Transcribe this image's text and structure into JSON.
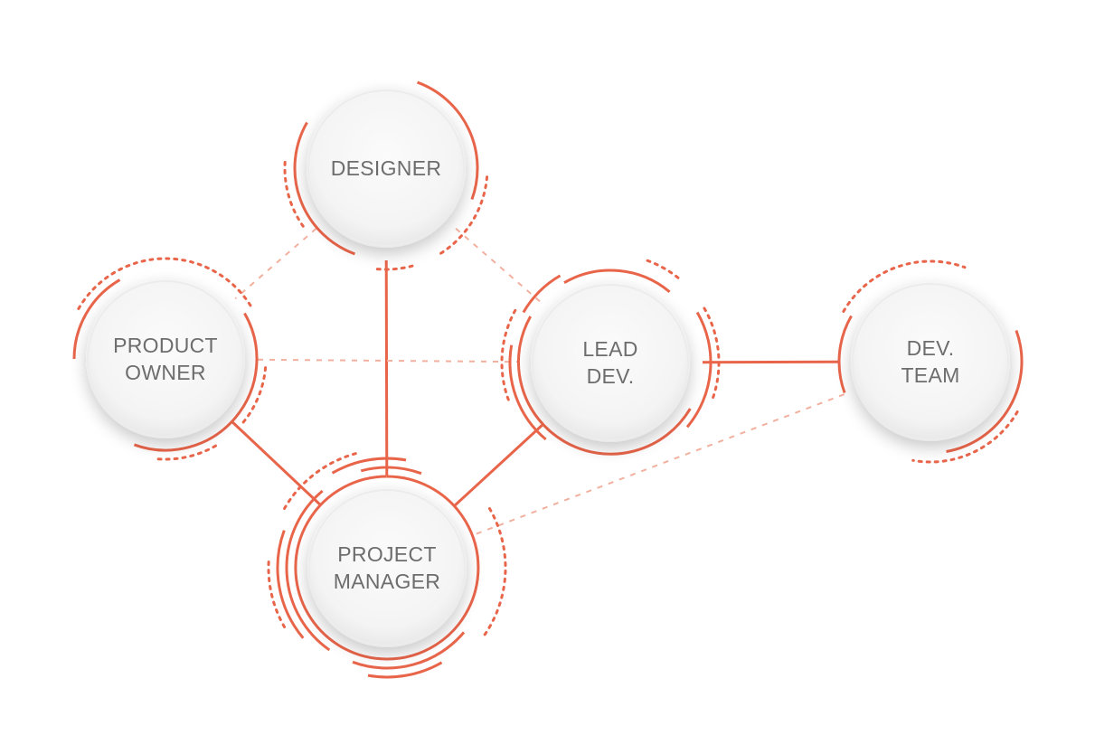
{
  "diagram": {
    "accent_color": "#e8654a",
    "faint_link_color": "#f2b09f",
    "node_face_color": "#f7f7f7",
    "label_color": "#6d6d6d",
    "nodes": [
      {
        "id": "designer",
        "lines": [
          "DESIGNER"
        ]
      },
      {
        "id": "product-owner",
        "lines": [
          "PRODUCT",
          "OWNER"
        ]
      },
      {
        "id": "lead-dev",
        "lines": [
          "LEAD",
          "DEV."
        ]
      },
      {
        "id": "dev-team",
        "lines": [
          "DEV.",
          "TEAM"
        ]
      },
      {
        "id": "project-manager",
        "lines": [
          "PROJECT",
          "MANAGER"
        ]
      }
    ],
    "links": [
      {
        "from": "designer",
        "to": "project-manager",
        "style": "solid"
      },
      {
        "from": "product-owner",
        "to": "project-manager",
        "style": "solid"
      },
      {
        "from": "lead-dev",
        "to": "project-manager",
        "style": "solid"
      },
      {
        "from": "lead-dev",
        "to": "dev-team",
        "style": "solid"
      },
      {
        "from": "designer",
        "to": "product-owner",
        "style": "dashed"
      },
      {
        "from": "designer",
        "to": "lead-dev",
        "style": "dashed"
      },
      {
        "from": "product-owner",
        "to": "lead-dev",
        "style": "dashed"
      },
      {
        "from": "dev-team",
        "to": "project-manager",
        "style": "dashed"
      }
    ]
  }
}
